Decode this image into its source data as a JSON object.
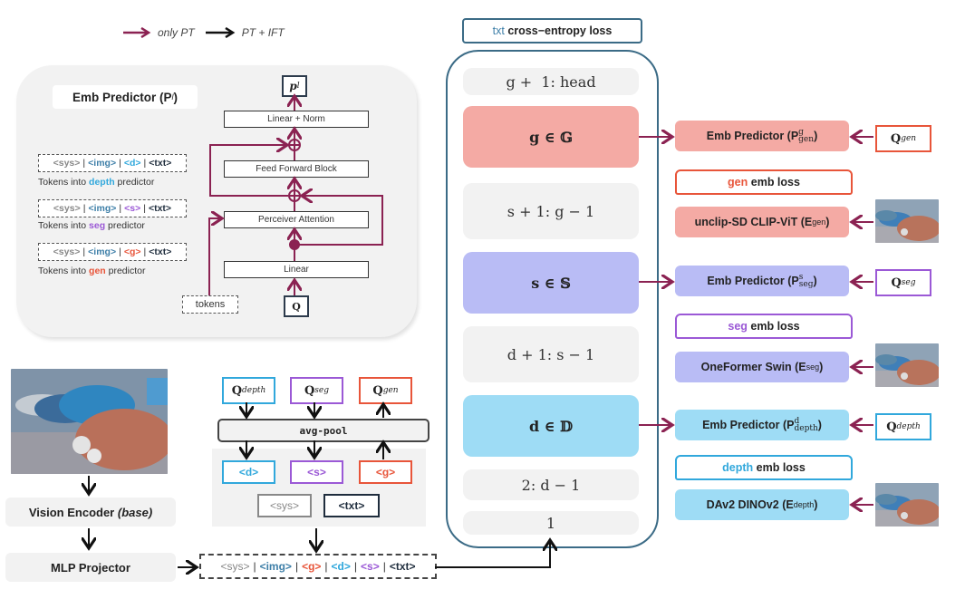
{
  "legend": {
    "only_pt_label": "only PT",
    "pt_ift_label": "PT + IFT",
    "only_pt_color": "#8b2252",
    "pt_ift_color": "#111111"
  },
  "colors": {
    "gen": "#e8553a",
    "seg": "#9b59d6",
    "depth": "#31a8dc",
    "img": "#3e7fa8",
    "sys": "#888888",
    "txt": "#1f2d3d",
    "gen_fill": "#f4aaa4",
    "seg_fill": "#b9bcf5",
    "depth_fill": "#9edcf5",
    "stack_border": "#3b6b86",
    "pt_arrow": "#8b2252"
  },
  "emb_predictor_panel": {
    "title": "Emb Predictor (P",
    "title_sup": "l",
    "title_close": ")",
    "token_groups": [
      {
        "tokens": [
          "<sys>",
          "<img>",
          "<d>",
          "<txt>"
        ],
        "caption_pre": "Tokens into ",
        "caption_task": "depth",
        "caption_post": " predictor"
      },
      {
        "tokens": [
          "<sys>",
          "<img>",
          "<s>",
          "<txt>"
        ],
        "caption_pre": "Tokens into ",
        "caption_task": "seg",
        "caption_post": " predictor"
      },
      {
        "tokens": [
          "<sys>",
          "<img>",
          "<g>",
          "<txt>"
        ],
        "caption_pre": "Tokens into ",
        "caption_task": "gen",
        "caption_post": " predictor"
      }
    ],
    "output_label": "p",
    "output_sup": "l",
    "blocks": [
      "Linear + Norm",
      "Feed Forward Block",
      "Perceiver Attention",
      "Linear"
    ],
    "tokens_label": "tokens",
    "q_label": "Q"
  },
  "center_stack": {
    "loss_prefix": "txt",
    "loss_label": " cross−entropy loss",
    "rows": [
      {
        "label": "g +  1: head",
        "kind": "grey"
      },
      {
        "label": "g ∈ 𝔾",
        "kind": "gen"
      },
      {
        "label": "s + 1: g − 1",
        "kind": "grey"
      },
      {
        "label": "s ∈ 𝕊",
        "kind": "seg"
      },
      {
        "label": "d + 1: s − 1",
        "kind": "grey"
      },
      {
        "label": "d ∈ 𝔻",
        "kind": "depth"
      },
      {
        "label": "2: d − 1",
        "kind": "grey"
      },
      {
        "label": "1",
        "kind": "grey"
      }
    ]
  },
  "right_column": {
    "gen": {
      "predictor": "Emb Predictor (P",
      "predictor_sup": "g",
      "predictor_sub": "gen",
      "q_sup": "gen",
      "loss_task": "gen",
      "loss_rest": " emb loss",
      "encoder": "unclip-SD CLIP-ViT (E",
      "encoder_sup": "gen"
    },
    "seg": {
      "predictor": "Emb Predictor (P",
      "predictor_sup": "s",
      "predictor_sub": "seg",
      "q_sup": "seg",
      "loss_task": "seg",
      "loss_rest": " emb loss",
      "encoder": "OneFormer Swin (E",
      "encoder_sup": "seg"
    },
    "depth": {
      "predictor": "Emb Predictor (P",
      "predictor_sup": "d",
      "predictor_sub": "depth",
      "q_sup": "depth",
      "loss_task": "depth",
      "loss_rest": " emb loss",
      "encoder": "DAv2 DINOv2 (E",
      "encoder_sup": "depth"
    }
  },
  "pipeline": {
    "vision_encoder": "Vision Encoder ",
    "vision_encoder_note": "(base)",
    "mlp_projector": "MLP Projector"
  },
  "queries": {
    "q": "Q",
    "depth_sup": "depth",
    "seg_sup": "seg",
    "gen_sup": "gen",
    "avg_pool": "avg-pool",
    "d_tok": "<d>",
    "s_tok": "<s>",
    "g_tok": "<g>",
    "sys_tok": "<sys>",
    "txt_tok": "<txt>"
  },
  "main_sequence": [
    "<sys>",
    "<img>",
    "<g>",
    "<d>",
    "<s>",
    "<txt>"
  ],
  "separator": "|",
  "close_paren": ")"
}
